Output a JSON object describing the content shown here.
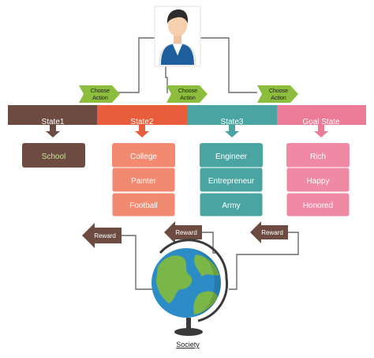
{
  "actions": {
    "a1": "Choose",
    "a1b": "Action",
    "a2": "Choose",
    "a2b": "Action",
    "a3": "Choose",
    "a3b": "Action"
  },
  "states": {
    "s1": "State1",
    "s2": "State2",
    "s3": "State3",
    "s4": "Goal State"
  },
  "options": {
    "school": "School",
    "college": "College",
    "painter": "Painter",
    "football": "Football",
    "engineer": "Engineer",
    "entrepreneur": "Entrepreneur",
    "army": "Army",
    "rich": "Rich",
    "happy": "Happy",
    "honored": "Honored"
  },
  "rewards": {
    "r1": "Reward",
    "r2": "Reward",
    "r3": "Reward"
  },
  "environment": {
    "label": "Society"
  },
  "colors": {
    "brown": "#6d4b40",
    "orange_red": "#e85d3b",
    "teal": "#4aa5a2",
    "pink": "#ec7b97",
    "salmon": "#f28a72",
    "light_pink": "#f08aa4",
    "green_action": "#8dbd3d",
    "ocean": "#2c8cc6",
    "land": "#7ab648",
    "line_gray": "#6b6b6b"
  }
}
